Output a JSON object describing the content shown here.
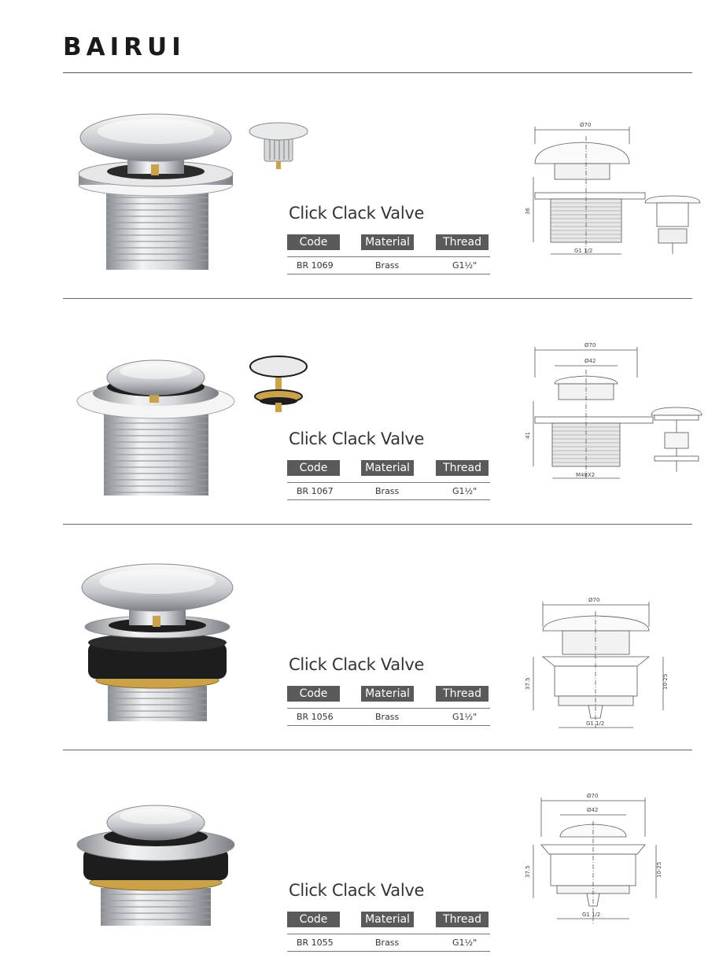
{
  "brand": "BAIRUI",
  "spec_headers": {
    "code": "Code",
    "material": "Material",
    "thread": "Thread"
  },
  "products": [
    {
      "title": "Click Clack Valve",
      "code": "BR 1069",
      "material": "Brass",
      "thread": "G1½\"",
      "drawing": {
        "top_dim": "Ø70",
        "inner_dim": "",
        "height_dim": "36",
        "bottom_dim": "G1 1/2",
        "side_dim": ""
      }
    },
    {
      "title": "Click Clack Valve",
      "code": "BR 1067",
      "material": "Brass",
      "thread": "G1½\"",
      "drawing": {
        "top_dim": "Ø70",
        "inner_dim": "Ø42",
        "height_dim": "41",
        "bottom_dim": "M48X2",
        "side_dim": ""
      }
    },
    {
      "title": "Click Clack Valve",
      "code": "BR 1056",
      "material": "Brass",
      "thread": "G1½\"",
      "drawing": {
        "top_dim": "Ø70",
        "inner_dim": "",
        "height_dim": "37.5",
        "bottom_dim": "G1 1/2",
        "side_dim": "10-25"
      }
    },
    {
      "title": "Click Clack Valve",
      "code": "BR 1055",
      "material": "Brass",
      "thread": "G1½\"",
      "drawing": {
        "top_dim": "Ø70",
        "inner_dim": "Ø42",
        "height_dim": "37.5",
        "bottom_dim": "G1 1/2",
        "side_dim": "10-25"
      }
    }
  ],
  "colors": {
    "pill": "#5a5a5a",
    "chrome": "#c9ccd0",
    "brass": "#c9a24a",
    "black_gasket": "#1d1d1d"
  }
}
